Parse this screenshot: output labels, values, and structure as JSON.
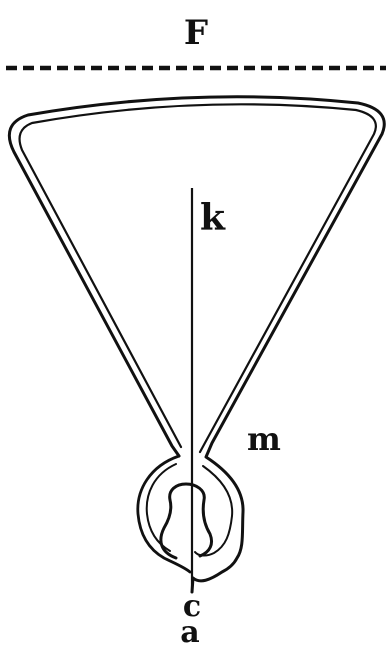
{
  "labels": {
    "top": "F",
    "axis": "k",
    "side": "m",
    "lower": "c",
    "bottom": "a"
  },
  "colors": {
    "ink": "#111111",
    "background": "#ffffff"
  }
}
